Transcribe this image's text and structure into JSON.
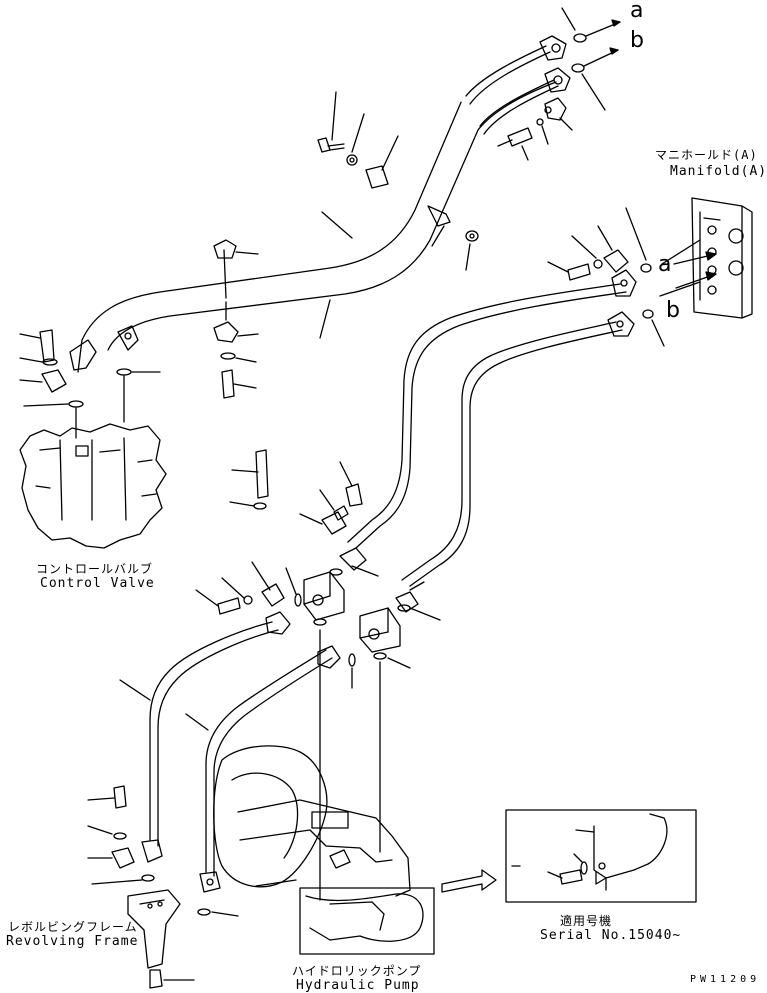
{
  "labels": {
    "letter_a": "a",
    "letter_b": "b",
    "manifold_jp": "マニホールド(A)",
    "manifold_en": "Manifold(A)",
    "control_valve_jp": "コントロールバルブ",
    "control_valve_en": "Control Valve",
    "revolving_frame_jp": "レボルビングフレーム",
    "revolving_frame_en": "Revolving Frame",
    "hydraulic_pump_jp": "ハイドロリックポンプ",
    "hydraulic_pump_en": "Hydraulic Pump",
    "serial_jp": "適用号機",
    "serial_en": "Serial No.15040~",
    "drawing_code": "PW11209"
  }
}
